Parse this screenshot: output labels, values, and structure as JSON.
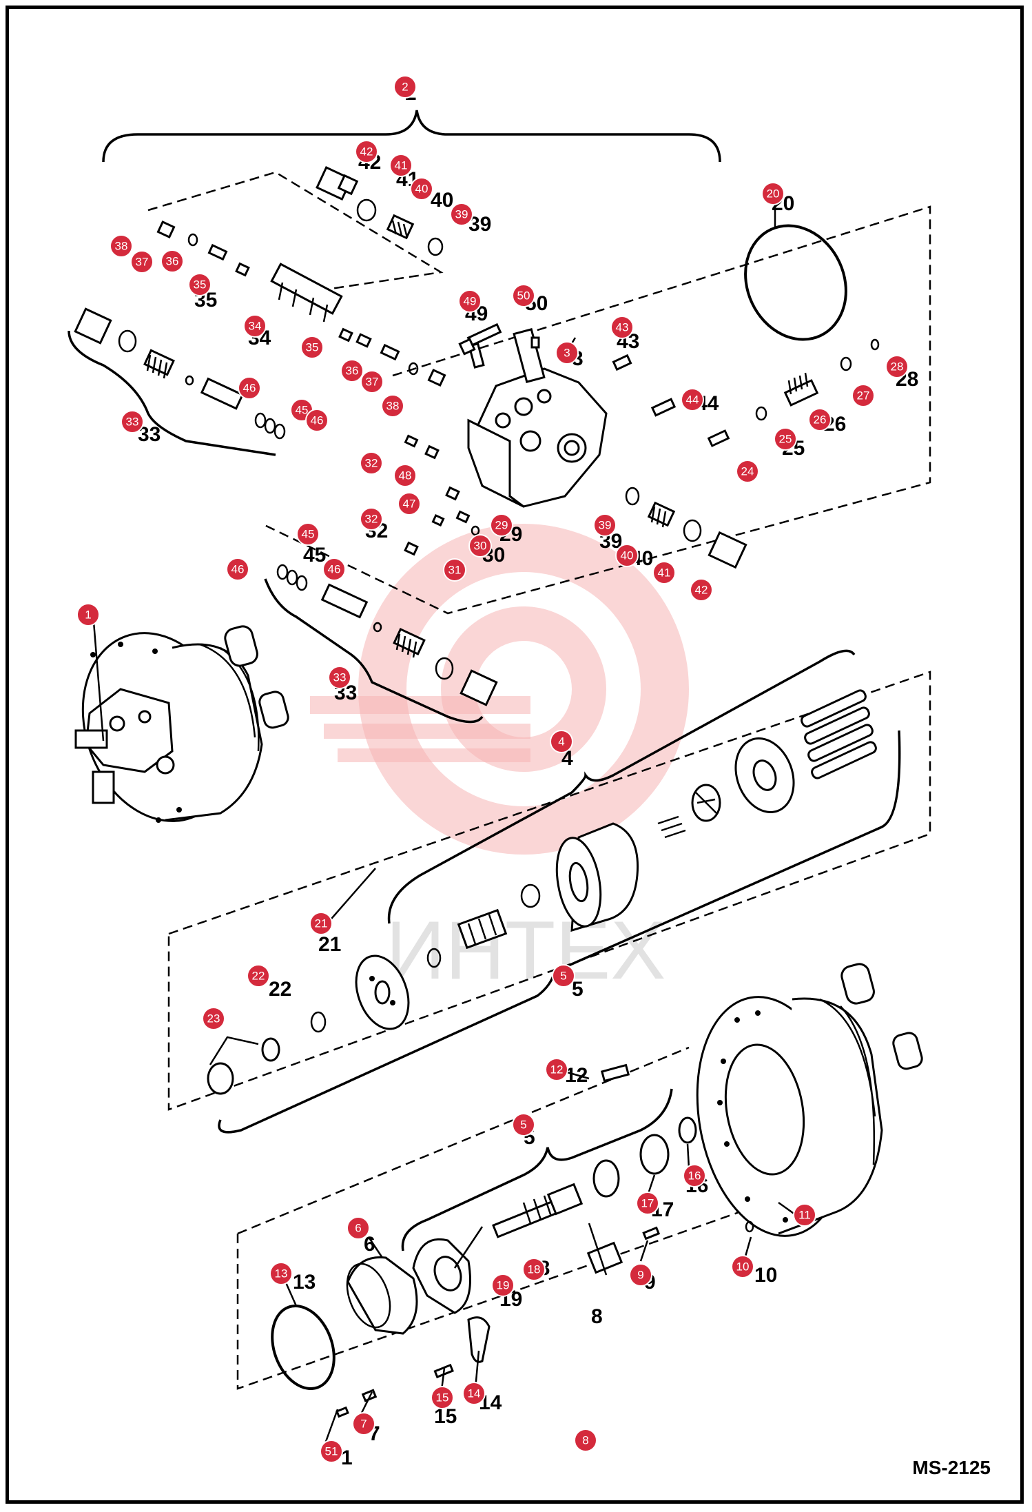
{
  "document": {
    "code": "MS-2125",
    "watermark": "ИНТЕХ"
  },
  "callouts": [
    {
      "n": "1"
    },
    {
      "n": "2"
    },
    {
      "n": "3"
    },
    {
      "n": "4"
    },
    {
      "n": "5"
    },
    {
      "n": "5"
    },
    {
      "n": "6"
    },
    {
      "n": "7"
    },
    {
      "n": "8"
    },
    {
      "n": "9"
    },
    {
      "n": "10"
    },
    {
      "n": "11"
    },
    {
      "n": "12"
    },
    {
      "n": "13"
    },
    {
      "n": "14"
    },
    {
      "n": "15"
    },
    {
      "n": "16"
    },
    {
      "n": "17"
    },
    {
      "n": "18"
    },
    {
      "n": "19"
    },
    {
      "n": "20"
    },
    {
      "n": "21"
    },
    {
      "n": "22"
    },
    {
      "n": "23"
    },
    {
      "n": "24"
    },
    {
      "n": "25"
    },
    {
      "n": "26"
    },
    {
      "n": "27"
    },
    {
      "n": "28"
    },
    {
      "n": "29"
    },
    {
      "n": "30"
    },
    {
      "n": "31"
    },
    {
      "n": "32"
    },
    {
      "n": "32"
    },
    {
      "n": "33"
    },
    {
      "n": "33"
    },
    {
      "n": "34"
    },
    {
      "n": "35"
    },
    {
      "n": "35"
    },
    {
      "n": "36"
    },
    {
      "n": "36"
    },
    {
      "n": "37"
    },
    {
      "n": "37"
    },
    {
      "n": "38"
    },
    {
      "n": "38"
    },
    {
      "n": "39"
    },
    {
      "n": "39"
    },
    {
      "n": "40"
    },
    {
      "n": "40"
    },
    {
      "n": "41"
    },
    {
      "n": "41"
    },
    {
      "n": "42"
    },
    {
      "n": "42"
    },
    {
      "n": "43"
    },
    {
      "n": "44"
    },
    {
      "n": "45"
    },
    {
      "n": "45"
    },
    {
      "n": "46"
    },
    {
      "n": "46"
    },
    {
      "n": "46"
    },
    {
      "n": "46"
    },
    {
      "n": "47"
    },
    {
      "n": "48"
    },
    {
      "n": "49"
    },
    {
      "n": "50"
    },
    {
      "n": "51"
    }
  ],
  "printed_numbers": [
    "2",
    "42",
    "41",
    "40",
    "39",
    "20",
    "35",
    "34",
    "49",
    "50",
    "3",
    "43",
    "44",
    "28",
    "26",
    "25",
    "33",
    "29",
    "30",
    "32",
    "39",
    "40",
    "45",
    "33",
    "4",
    "21",
    "22",
    "5",
    "12",
    "5",
    "16",
    "17",
    "18",
    "19",
    "6",
    "13",
    "9",
    "10",
    "8",
    "14",
    "15",
    "7",
    "1"
  ],
  "colors": {
    "badge": "#d42a3c",
    "ink": "#000000",
    "watermark": "#f5b5b5"
  }
}
